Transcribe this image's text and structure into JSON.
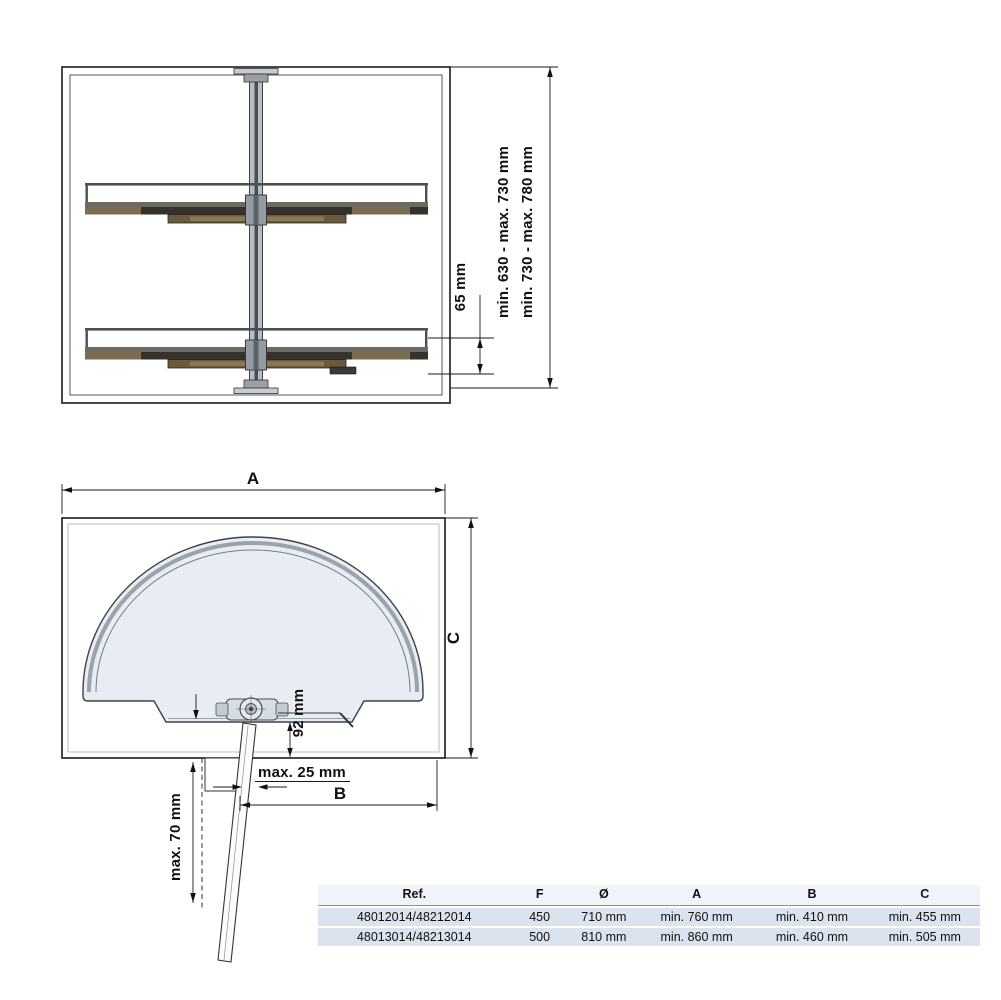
{
  "front_view": {
    "dim_inner_height": "min. 630 - max. 730 mm",
    "dim_outer_height": "min. 730 - max. 780 mm",
    "dim_shelf_clearance": "65 mm"
  },
  "top_view": {
    "dim_width": "A",
    "dim_depth": "C",
    "dim_pivot_offset": "92 mm",
    "dim_door_overlay": "max. 25 mm",
    "dim_b": "B",
    "dim_hinge_offset": "max. 70 mm"
  },
  "spec_table": {
    "headers": [
      "Ref.",
      "F",
      "Ø",
      "A",
      "B",
      "C"
    ],
    "rows": [
      [
        "48012014/48212014",
        "450",
        "710 mm",
        "min. 760 mm",
        "min. 410 mm",
        "min. 455 mm"
      ],
      [
        "48013014/48213014",
        "500",
        "810 mm",
        "min. 860 mm",
        "min. 460 mm",
        "min. 505 mm"
      ]
    ]
  }
}
